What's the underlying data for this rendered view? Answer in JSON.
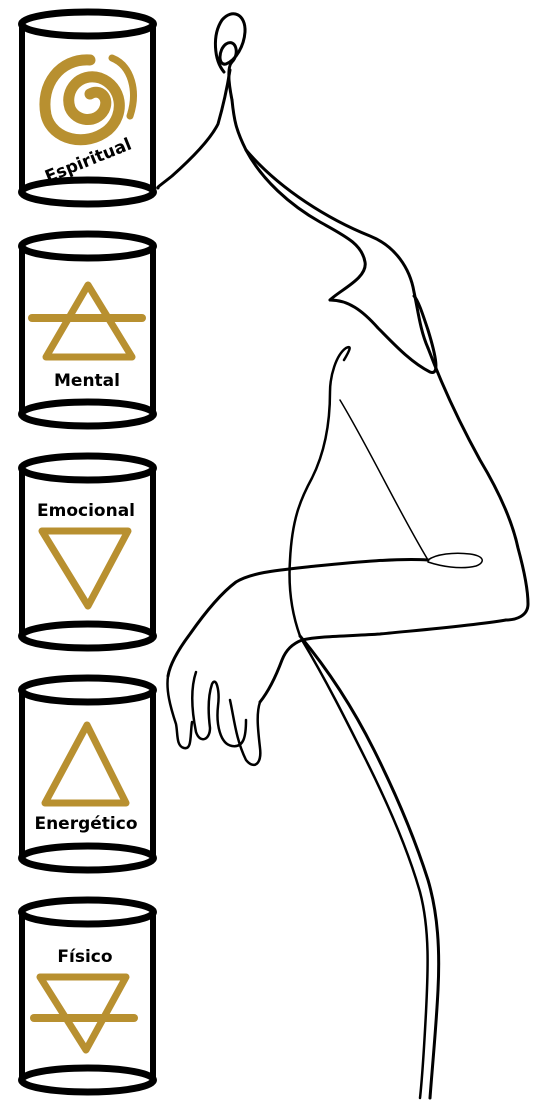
{
  "colors": {
    "outline": "#000000",
    "symbol_gold": "#b89030",
    "background": "#ffffff"
  },
  "cylinders": [
    {
      "label": "Espiritual",
      "symbol": "spiral-icon"
    },
    {
      "label": "Mental",
      "symbol": "air-triangle-icon"
    },
    {
      "label": "Emocional",
      "symbol": "water-triangle-icon"
    },
    {
      "label": "Energético",
      "symbol": "fire-triangle-icon"
    },
    {
      "label": "Físico",
      "symbol": "earth-triangle-icon"
    }
  ],
  "figure": {
    "style": "single-line-drawing"
  }
}
